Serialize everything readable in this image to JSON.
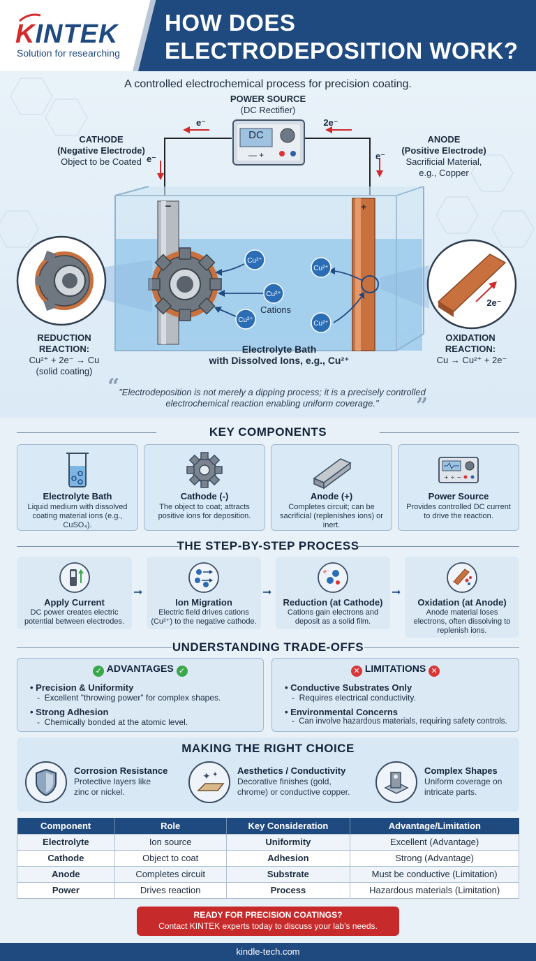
{
  "header": {
    "logo_k": "K",
    "logo_rest": "INTEK",
    "tagline": "Solution for researching",
    "title_line1": "HOW DOES",
    "title_line2": "ELECTRODEPOSITION WORK?"
  },
  "diagram": {
    "subtitle": "A controlled electrochemical process for precision coating.",
    "power_title": "POWER SOURCE",
    "power_sub": "(DC Rectifier)",
    "power_display": "DC",
    "power_symbols": "— +",
    "e_left": "e⁻",
    "e_right": "2e⁻",
    "e_down_left": "e⁻",
    "e_down_right": "e⁻",
    "cathode_title": "CATHODE",
    "cathode_sub": "(Negative Electrode)",
    "cathode_desc": "Object to be Coated",
    "anode_title": "ANODE",
    "anode_sub": "(Positive Electrode)",
    "anode_desc1": "Sacrificial Material,",
    "anode_desc2": "e.g., Copper",
    "minus_sign": "−",
    "plus_sign": "+",
    "ions": [
      "Cu²⁺",
      "Cu²⁺",
      "Cu²⁺",
      "Cu²⁺",
      "Cu²⁺"
    ],
    "cations_label": "Cations",
    "bath_line1": "Electrolyte Bath",
    "bath_line2": "with Dissolved Ions, e.g., Cu²⁺",
    "reduction_title1": "REDUCTION",
    "reduction_title2": "REACTION:",
    "reduction_eq": "Cu²⁺ + 2e⁻ → Cu",
    "reduction_note": "(solid coating)",
    "oxidation_title1": "OXIDATION",
    "oxidation_title2": "REACTION:",
    "oxidation_eq": "Cu → Cu²⁺ + 2e⁻",
    "zoom_2e": "2e⁻",
    "quote": "\"Electrodeposition is not merely a dipping process; it is a precisely controlled electrochemical reaction enabling uniform coverage.\"",
    "quote_open": "“",
    "quote_close": "”"
  },
  "key_components": {
    "title": "KEY COMPONENTS",
    "cards": [
      {
        "title": "Electrolyte Bath",
        "desc": "Liquid medium with dissolved coating material ions (e.g., CuSO₄)."
      },
      {
        "title": "Cathode (-)",
        "desc": "The object to coat; attracts positive ions for deposition."
      },
      {
        "title": "Anode (+)",
        "desc": "Completes circuit; can be sacrificial (replenishes ions) or inert."
      },
      {
        "title": "Power Source",
        "desc": "Provides controlled DC current to drive the reaction."
      }
    ]
  },
  "process": {
    "title": "THE STEP-BY-STEP PROCESS",
    "steps": [
      {
        "title": "Apply Current",
        "desc": "DC power creates electric potential between electrodes."
      },
      {
        "title": "Ion Migration",
        "desc": "Electric field drives cations (Cu²⁺) to the negative cathode."
      },
      {
        "title": "Reduction (at Cathode)",
        "desc": "Cations gain electrons and deposit as a solid film."
      },
      {
        "title": "Oxidation (at Anode)",
        "desc": "Anode material loses electrons, often dissolving to replenish ions."
      }
    ]
  },
  "tradeoffs": {
    "title": "UNDERSTANDING TRADE-OFFS",
    "advantages": {
      "title": "ADVANTAGES",
      "items": [
        {
          "title": "Precision & Uniformity",
          "desc": "Excellent \"throwing power\" for complex shapes."
        },
        {
          "title": "Strong Adhesion",
          "desc": "Chemically bonded at the atomic level."
        }
      ]
    },
    "limitations": {
      "title": "LIMITATIONS",
      "items": [
        {
          "title": "Conductive Substrates Only",
          "desc": "Requires electrical conductivity."
        },
        {
          "title": "Environmental Concerns",
          "desc": "Can involve hazardous materials, requiring safety controls."
        }
      ]
    },
    "check_glyph": "✓",
    "x_glyph": "✕",
    "dash": "-"
  },
  "choice": {
    "title": "MAKING THE RIGHT CHOICE",
    "options": [
      {
        "title": "Corrosion Resistance",
        "desc1": "Protective layers like",
        "desc2": "zinc or nickel."
      },
      {
        "title": "Aesthetics / Conductivity",
        "desc1": "Decorative finishes (gold,",
        "desc2": "chrome) or conductive copper."
      },
      {
        "title": "Complex Shapes",
        "desc1": "Uniform coverage on",
        "desc2": "intricate parts."
      }
    ]
  },
  "table": {
    "headers": [
      "Component",
      "Role",
      "Key Consideration",
      "Advantage/Limitation"
    ],
    "rows": [
      [
        "Electrolyte",
        "Ion source",
        "Uniformity",
        "Excellent (Advantage)"
      ],
      [
        "Cathode",
        "Object to coat",
        "Adhesion",
        "Strong (Advantage)"
      ],
      [
        "Anode",
        "Completes circuit",
        "Substrate",
        "Must be conductive (Limitation)"
      ],
      [
        "Power",
        "Drives reaction",
        "Process",
        "Hazardous materials (Limitation)"
      ]
    ]
  },
  "cta": {
    "line1": "READY FOR PRECISION COATINGS?",
    "line2": "Contact KINTEK experts today to discuss your lab's needs."
  },
  "footer": {
    "url": "kindle-tech.com"
  },
  "colors": {
    "brand_blue": "#1f4a80",
    "brand_red": "#d42a2a",
    "copper": "#c9703f",
    "advantage_green": "#3aa84a",
    "limitation_red": "#d93636"
  }
}
